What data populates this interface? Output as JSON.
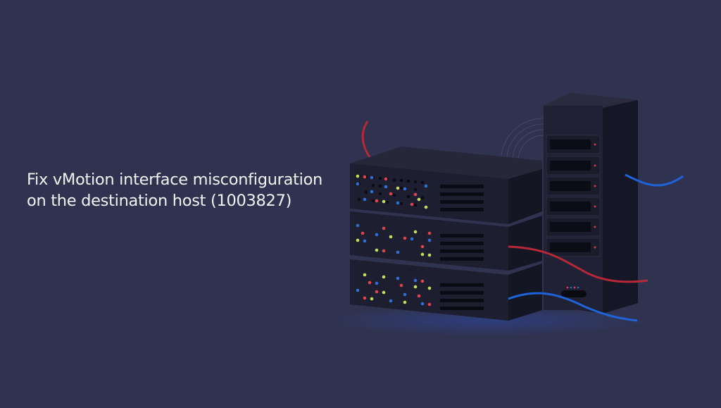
{
  "hero": {
    "title_line1": "Fix vMotion interface misconfiguration",
    "title_line2": "on the destination host (1003827)"
  },
  "illustration": {
    "name": "server-stack-illustration",
    "background": "#30334f",
    "led_colors": [
      "#c8dc5a",
      "#e0424f",
      "#2f6fd6"
    ],
    "cable_colors": [
      "#c0303f",
      "#1f63d8"
    ]
  }
}
